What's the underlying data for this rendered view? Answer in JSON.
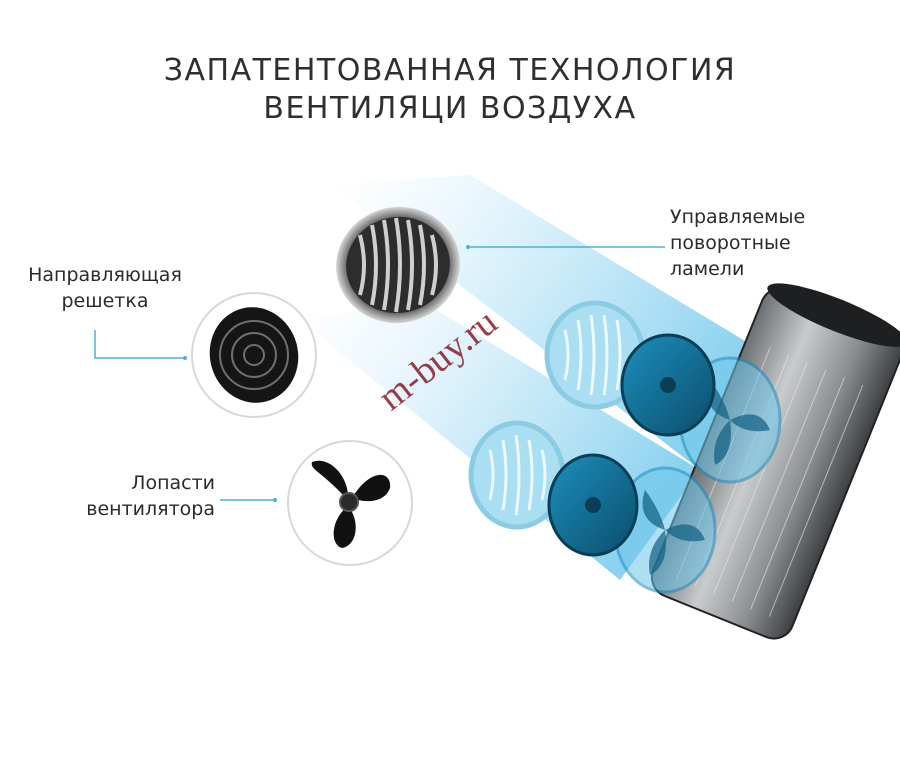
{
  "title": {
    "line1": "ЗАПАТЕНТОВАННАЯ ТЕХНОЛОГИЯ",
    "line2": "ВЕНТИЛЯЦИ ВОЗДУХА"
  },
  "labels": {
    "lamels": [
      "Управляемые",
      "поворотные",
      "ламели"
    ],
    "grille": [
      "Направляющая",
      "решетка"
    ],
    "blades": [
      "Лопасти",
      "вентилятора"
    ]
  },
  "watermark": "m-buy.ru",
  "colors": {
    "accent_blue": "#2aa7d9",
    "dark_blue": "#0b5d80",
    "leader_line": "#4bb0dc",
    "watermark": "#8b1b2a"
  }
}
